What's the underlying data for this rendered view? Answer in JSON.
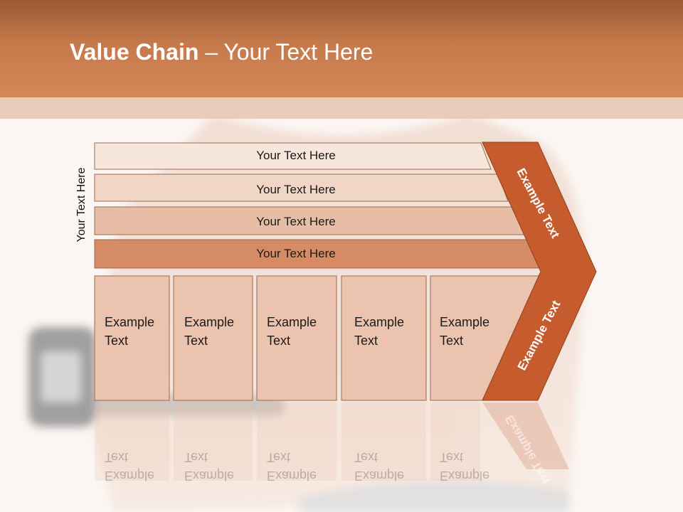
{
  "slide": {
    "title_bold": "Value Chain",
    "title_rest": " – Your Text Here",
    "side_label": "Your Text Here"
  },
  "rows": [
    {
      "label": "Your Text Here"
    },
    {
      "label": "Your Text Here"
    },
    {
      "label": "Your Text Here"
    },
    {
      "label": "Your Text Here"
    }
  ],
  "cells": [
    {
      "line1": "Example",
      "line2": "Text"
    },
    {
      "line1": "Example",
      "line2": "Text"
    },
    {
      "line1": "Example",
      "line2": "Text"
    },
    {
      "line1": "Example",
      "line2": "Text"
    },
    {
      "line1": "Example",
      "line2": "Text"
    }
  ],
  "chevron": {
    "upper_label": "Example Text",
    "lower_label": "Example Text"
  },
  "colors": {
    "header": "#c67a4b",
    "chevron": "#c65c2e",
    "row1": "#f6e6dc",
    "row2": "#f1d6c6",
    "row3": "#e8bda5",
    "row4": "#d58b64",
    "cell": "#ecc3ae"
  }
}
